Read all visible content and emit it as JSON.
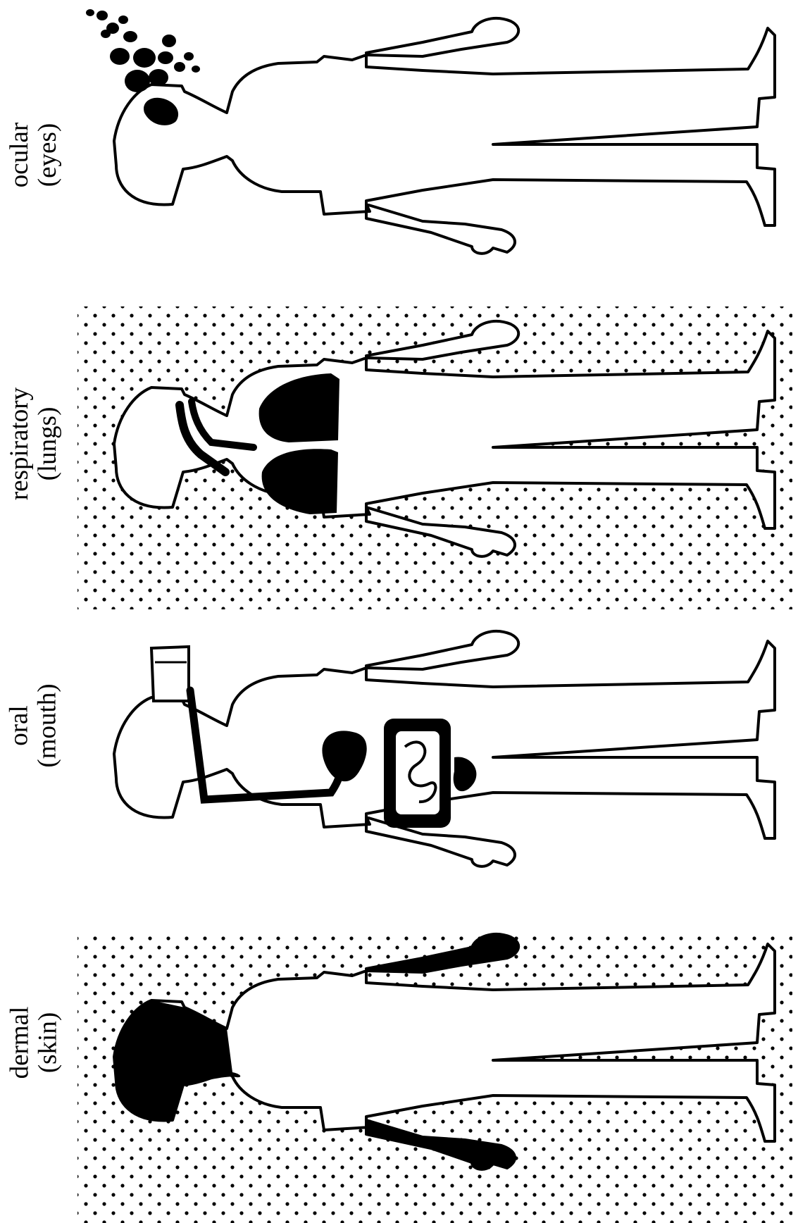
{
  "panels": [
    {
      "route": "ocular",
      "organ": "(eyes)",
      "dotted_background": false
    },
    {
      "route": "respiratory",
      "organ": "(lungs)",
      "dotted_background": true
    },
    {
      "route": "oral",
      "organ": "(mouth)",
      "dotted_background": false
    },
    {
      "route": "dermal",
      "organ": "(skin)",
      "dotted_background": true
    }
  ],
  "colors": {
    "ink": "#000000",
    "paper": "#ffffff"
  }
}
